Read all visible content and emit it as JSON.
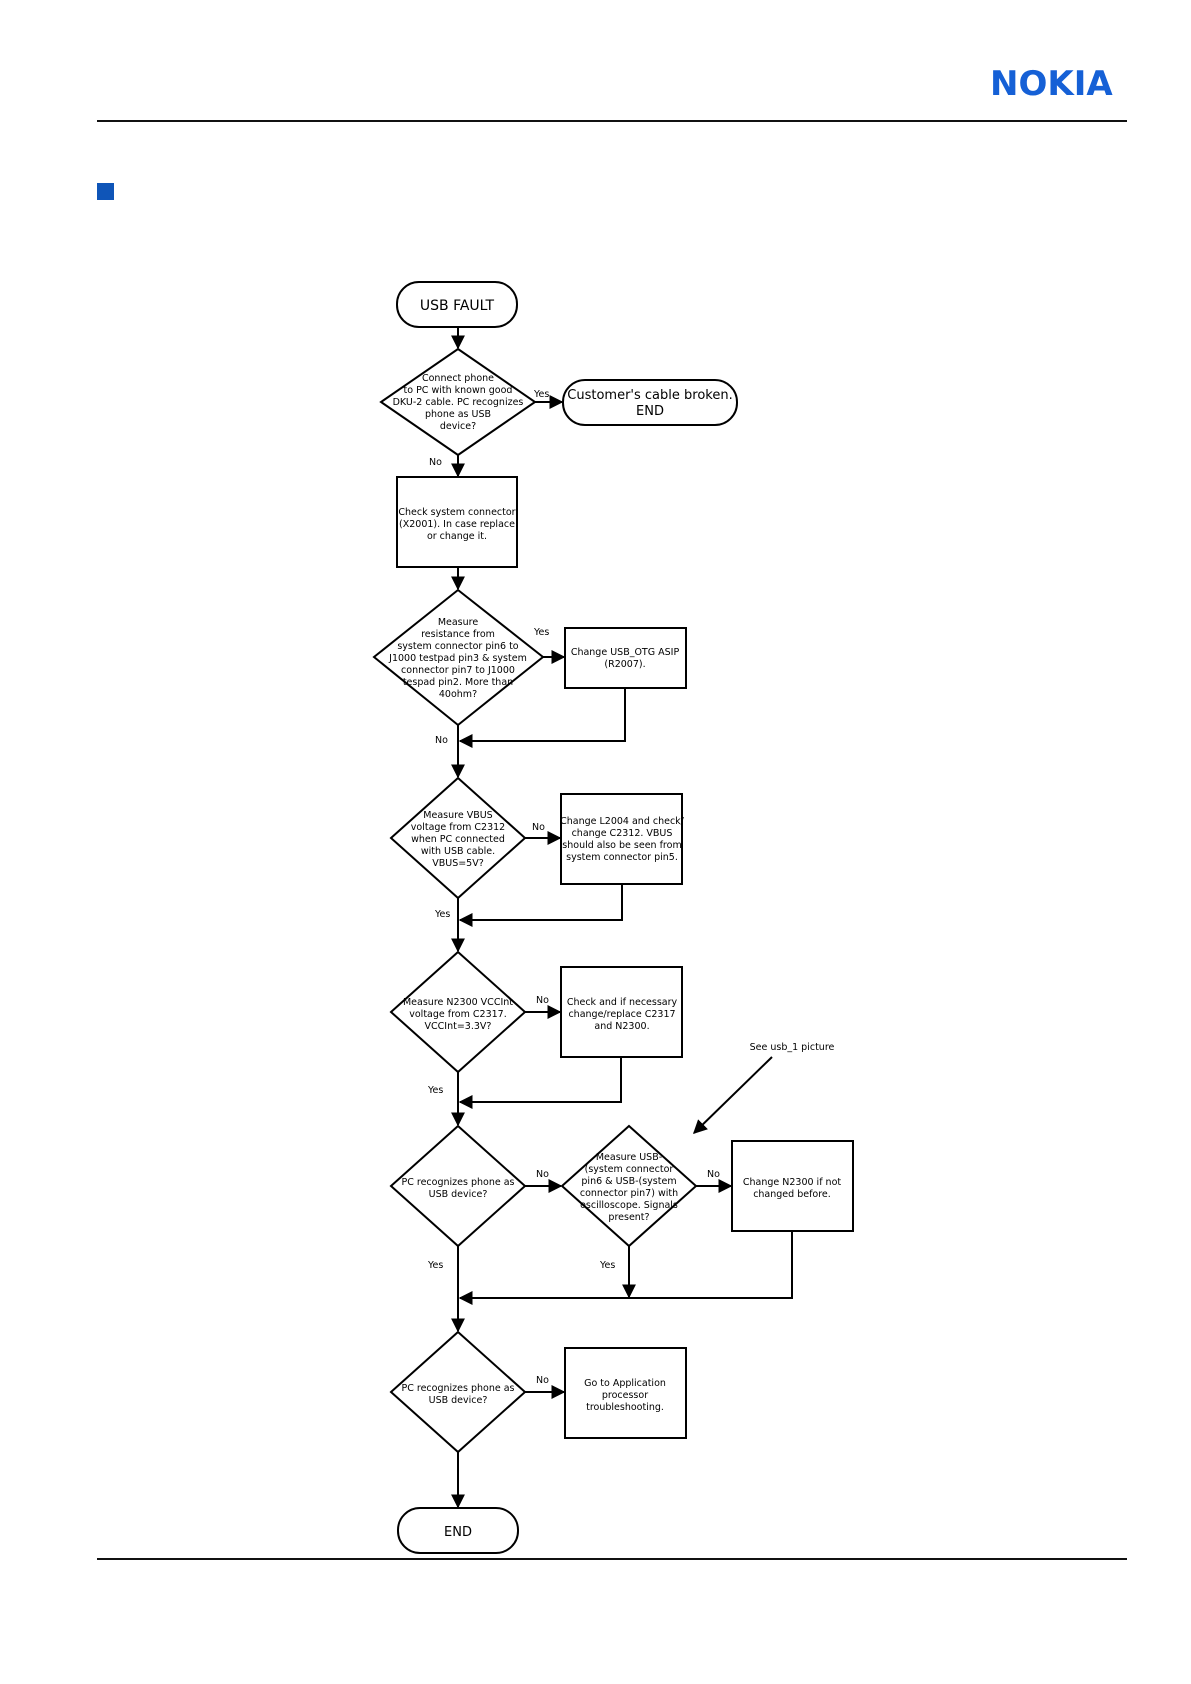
{
  "header": {
    "brand": "NOKIA",
    "brand_color": "#1560d6",
    "marker_color": "#0f55b8"
  },
  "flow": {
    "start": "USB FAULT",
    "q1": [
      "Connect phone",
      "to PC with known good",
      "DKU-2 cable. PC recognizes",
      "phone as USB",
      "device?"
    ],
    "cable_end": [
      "Customer's cable broken.",
      "END"
    ],
    "check_connector": [
      "Check system connector",
      "(X2001). In case replace",
      "or change it."
    ],
    "q2": [
      "Measure",
      "resistance from",
      "system connector pin6 to",
      "J1000 testpad pin3 & system",
      "connector pin7 to J1000",
      "tespad pin2. More than",
      "40ohm?"
    ],
    "change_asip": [
      "Change USB_OTG ASIP",
      "(R2007)."
    ],
    "q3": [
      "Measure VBUS",
      "voltage from C2312",
      "when PC connected",
      "with USB cable.",
      "VBUS=5V?"
    ],
    "change_l2004": [
      "Change L2004 and check/",
      "change C2312. VBUS",
      "should also be seen from",
      "system connector pin5."
    ],
    "q4": [
      "Measure N2300 VCCInt",
      "voltage from C2317.",
      "VCCInt=3.3V?"
    ],
    "check_c2317": [
      "Check and if necessary",
      "change/replace C2317",
      "and N2300."
    ],
    "see_note": "See usb_1 picture",
    "q5": [
      "PC recognizes phone as",
      "USB device?"
    ],
    "q6": [
      "Measure USB-",
      "(system connector",
      "pin6 & USB-(system",
      "connector pin7) with",
      "oscilloscope. Signals",
      "present?"
    ],
    "change_n2300": [
      "Change N2300 if not",
      "changed before."
    ],
    "q7": [
      "PC recognizes phone as",
      "USB device?"
    ],
    "goto_app": [
      "Go to Application",
      "processor",
      "troubleshooting."
    ],
    "end": "END",
    "yes": "Yes",
    "no": "No"
  }
}
